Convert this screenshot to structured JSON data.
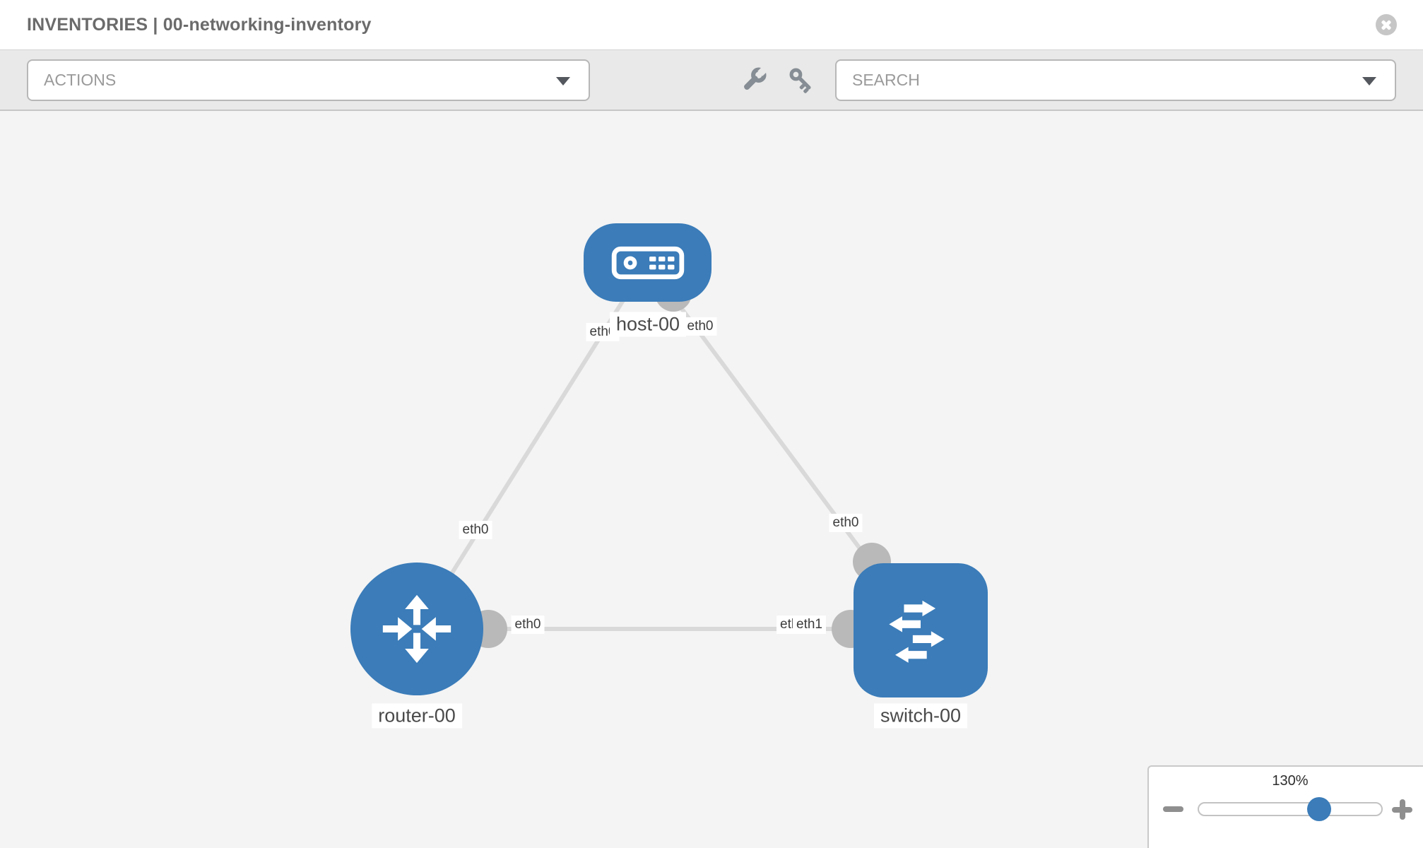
{
  "header": {
    "title": "INVENTORIES | 00-networking-inventory"
  },
  "toolbar": {
    "actions_label": "ACTIONS",
    "search_label": "SEARCH"
  },
  "topology": {
    "nodes": [
      {
        "id": "host-00",
        "label": "host-00",
        "type": "host"
      },
      {
        "id": "router-00",
        "label": "router-00",
        "type": "router"
      },
      {
        "id": "switch-00",
        "label": "switch-00",
        "type": "switch"
      }
    ],
    "links": [
      {
        "from": "host-00",
        "to": "router-00",
        "from_interface": "eth0",
        "to_interface": "eth0"
      },
      {
        "from": "host-00",
        "to": "switch-00",
        "from_interface": "eth0",
        "to_interface": "eth0"
      },
      {
        "from": "router-00",
        "to": "switch-00",
        "from_interface": "eth0",
        "to_interface": "eth1"
      }
    ],
    "interface_labels": {
      "host_left": "eth0",
      "host_right": "eth0",
      "router_host_link": "eth0",
      "switch_host_link": "eth0",
      "router_switch_port": "eth0",
      "switch_port_back": "eth0",
      "switch_port_front": "eth1"
    }
  },
  "zoom_control": {
    "level": "130%",
    "slider_fraction": 0.66
  },
  "colors": {
    "node_blue": "#3b7cb9",
    "link_gray": "#d9d9d9",
    "port_gray": "#b9b9b9",
    "canvas_bg": "#f4f4f4"
  }
}
